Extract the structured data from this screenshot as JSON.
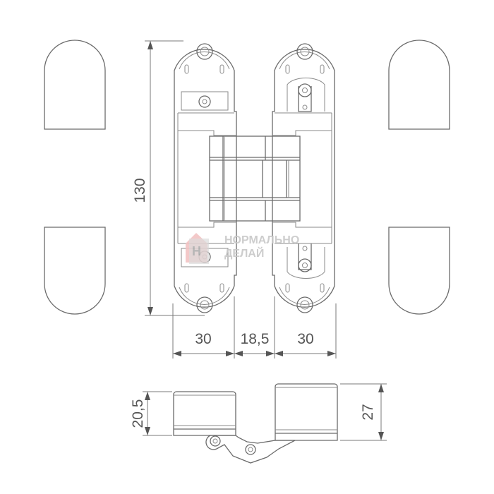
{
  "drawing": {
    "subject": "concealed 3D adjustable door hinge",
    "dimensions": {
      "height": "130",
      "leaf_width_left": "30",
      "gap_width": "18,5",
      "leaf_width_right": "30",
      "side_height_left": "20,5",
      "side_height_right": "27"
    },
    "watermark": {
      "line1": "НОРМАЛЬНО",
      "line2": "ДЕЛАЙ",
      "logo_letter": "H"
    },
    "colors": {
      "line": "#6b6b6b",
      "dimension": "#7a7a7a",
      "text": "#555555",
      "watermark_red": "#f2b8b8",
      "watermark_gray": "#c8c8c8"
    }
  }
}
